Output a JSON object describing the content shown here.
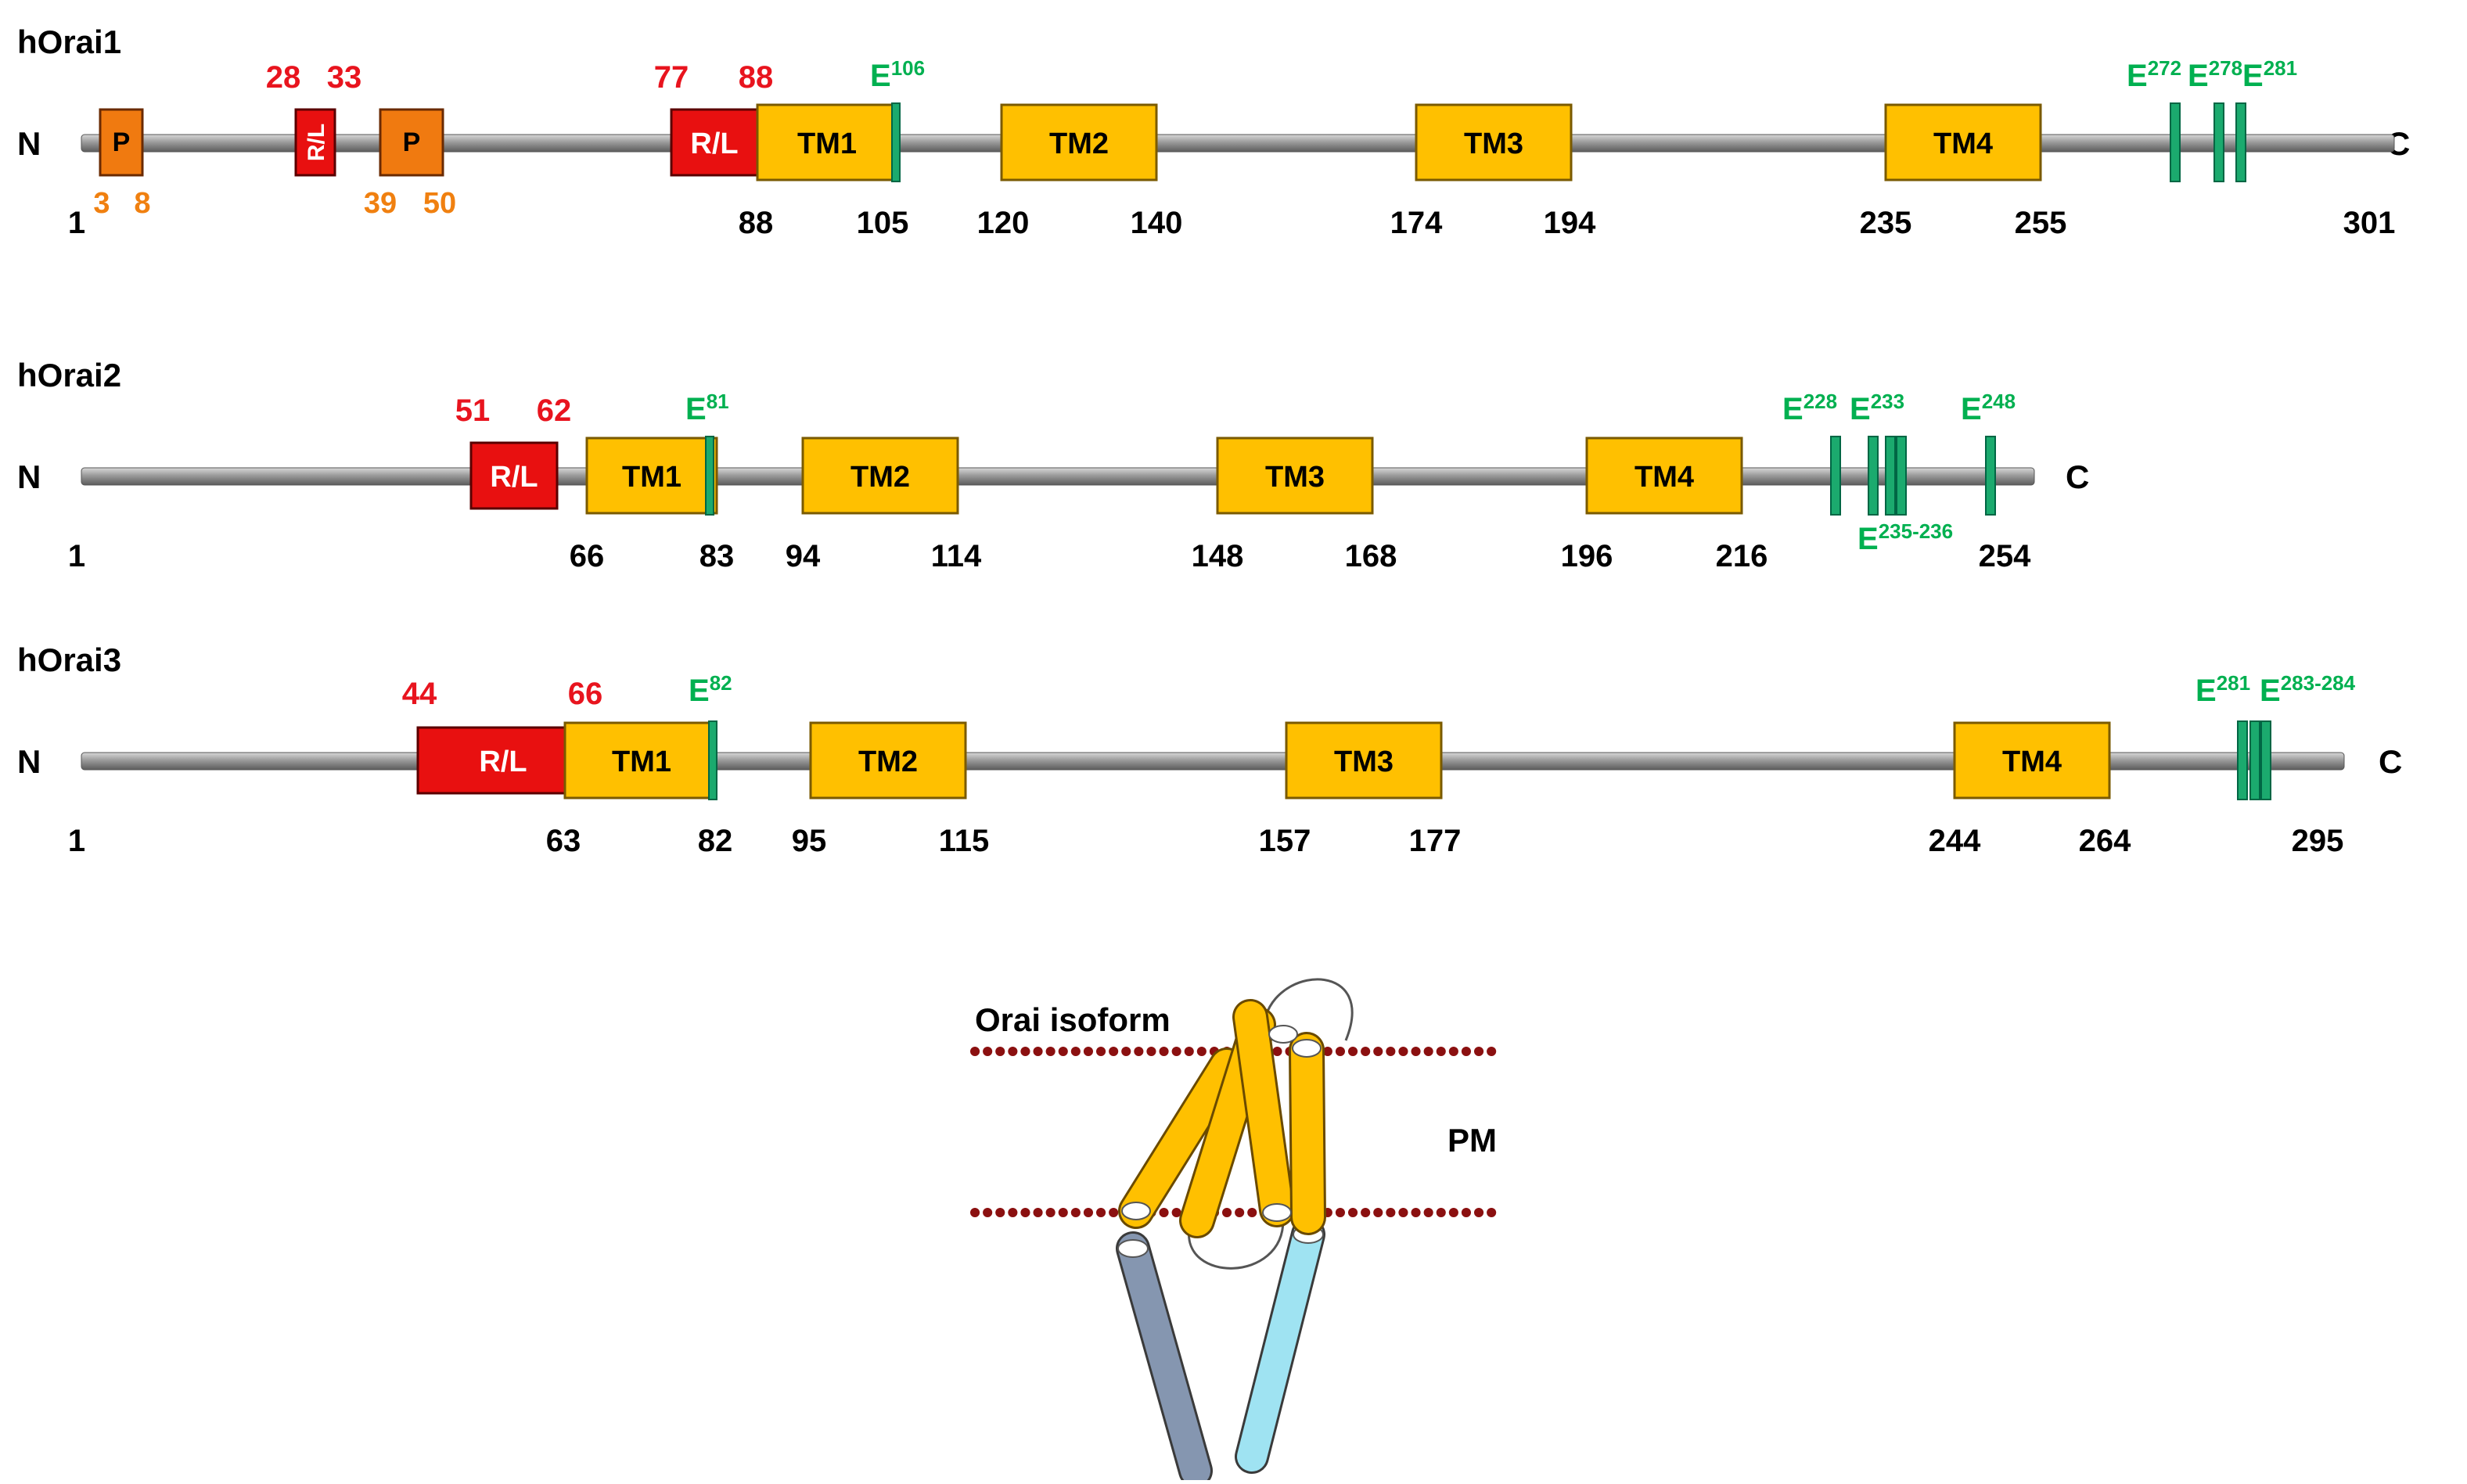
{
  "colors": {
    "backbone": "#9a9a9a",
    "tm_fill": "#FFC000",
    "tm_stroke": "#8a6a00",
    "rl_fill": "#E81010",
    "p_fill": "#F07A10",
    "glu_fill": "#1BAA6E",
    "red_text": "#E8141E",
    "orange_text": "#F08010",
    "green_text": "#00B050",
    "pm_dots": "#8B1010",
    "helix_yellow": "#FFC000",
    "helix_grey": "#8596B0",
    "helix_cyan": "#9FE3F2"
  },
  "terminus": {
    "n": "N",
    "c": "C"
  },
  "proteins": [
    {
      "name": "hOrai1",
      "start_label": "1",
      "end_label": "301",
      "tm_domains": [
        {
          "label": "TM1",
          "start": "88",
          "end": "105"
        },
        {
          "label": "TM2",
          "start": "120",
          "end": "140"
        },
        {
          "label": "TM3",
          "start": "174",
          "end": "194"
        },
        {
          "label": "TM4",
          "start": "235",
          "end": "255"
        }
      ],
      "rl_domains": [
        {
          "label": "R/L",
          "start": "28",
          "end": "33"
        },
        {
          "label": "R/L",
          "start": "77",
          "end": "88"
        }
      ],
      "p_domains": [
        {
          "label": "P",
          "start": "3",
          "end": "8"
        },
        {
          "label": "P",
          "start": "39",
          "end": "50"
        }
      ],
      "glutamates": [
        {
          "base": "E",
          "sup": "106"
        },
        {
          "base": "E",
          "sup": "272"
        },
        {
          "base": "E",
          "sup": "278"
        },
        {
          "base": "E",
          "sup": "281"
        }
      ]
    },
    {
      "name": "hOrai2",
      "start_label": "1",
      "end_label": "254",
      "tm_domains": [
        {
          "label": "TM1",
          "start": "66",
          "end": "83"
        },
        {
          "label": "TM2",
          "start": "94",
          "end": "114"
        },
        {
          "label": "TM3",
          "start": "148",
          "end": "168"
        },
        {
          "label": "TM4",
          "start": "196",
          "end": "216"
        }
      ],
      "rl_domains": [
        {
          "label": "R/L",
          "start": "51",
          "end": "62"
        }
      ],
      "glutamates": [
        {
          "base": "E",
          "sup": "81"
        },
        {
          "base": "E",
          "sup": "228"
        },
        {
          "base": "E",
          "sup": "233"
        },
        {
          "base": "E",
          "sup": "235-236"
        },
        {
          "base": "E",
          "sup": "248"
        }
      ]
    },
    {
      "name": "hOrai3",
      "start_label": "1",
      "end_label": "295",
      "tm_domains": [
        {
          "label": "TM1",
          "start": "63",
          "end": "82"
        },
        {
          "label": "TM2",
          "start": "95",
          "end": "115"
        },
        {
          "label": "TM3",
          "start": "157",
          "end": "177"
        },
        {
          "label": "TM4",
          "start": "244",
          "end": "264"
        }
      ],
      "rl_domains": [
        {
          "label": "R/L",
          "start": "44",
          "end": "66"
        }
      ],
      "glutamates": [
        {
          "base": "E",
          "sup": "82"
        },
        {
          "base": "E",
          "sup": "281"
        },
        {
          "base": "E",
          "sup": "283-284"
        }
      ]
    }
  ],
  "membrane_model": {
    "title": "Orai isoform",
    "membrane_label": "PM"
  }
}
